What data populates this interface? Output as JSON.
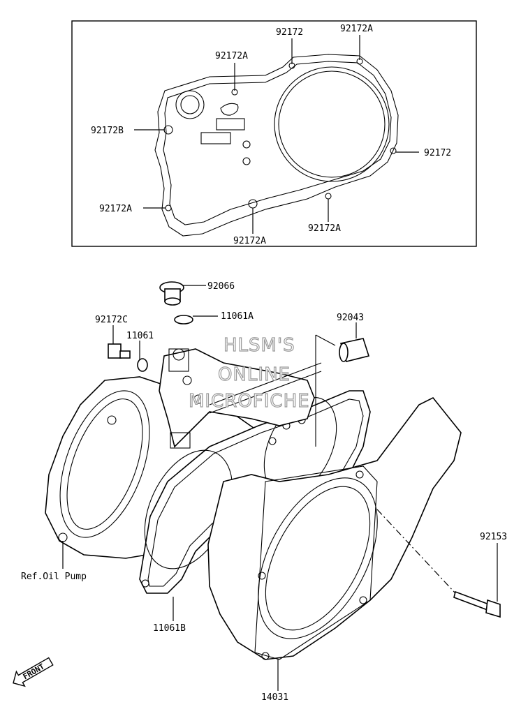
{
  "inset": {
    "labels": [
      {
        "id": "inset-92172-top",
        "text": "92172"
      },
      {
        "id": "inset-92172a-top",
        "text": "92172A"
      },
      {
        "id": "inset-92172a-upper",
        "text": "92172A"
      },
      {
        "id": "inset-92172b",
        "text": "92172B"
      },
      {
        "id": "inset-92172-right",
        "text": "92172"
      },
      {
        "id": "inset-92172a-left",
        "text": "92172A"
      },
      {
        "id": "inset-92172a-bottom",
        "text": "92172A"
      },
      {
        "id": "inset-92172a-right",
        "text": "92172A"
      }
    ]
  },
  "parts": {
    "p92066": "92066",
    "p11061a": "11061A",
    "p92172c": "92172C",
    "p11061": "11061",
    "p92043": "92043",
    "p92153": "92153",
    "ref_oil_pump": "Ref.Oil Pump",
    "p11061b": "11061B",
    "p14031": "14031"
  },
  "watermark": {
    "line1": "HLSM'S",
    "line2": "ONLINE",
    "line3": "MICROFICHE"
  },
  "front_arrow": "FRONT"
}
